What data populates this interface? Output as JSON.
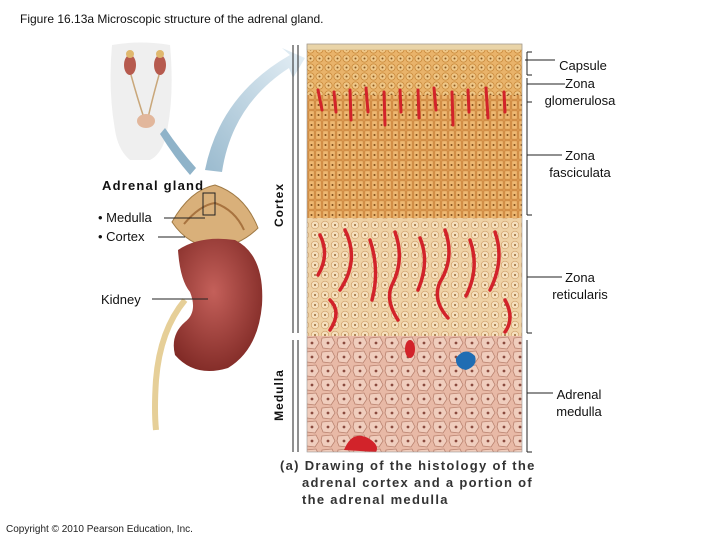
{
  "figure": {
    "title": "Figure 16.13a Microscopic structure of the adrenal gland."
  },
  "left_labels": {
    "adrenal_gland": "Adrenal gland",
    "medulla": "• Medulla",
    "cortex": "• Cortex",
    "kidney": "Kidney"
  },
  "vertical_labels": {
    "cortex": "Cortex",
    "medulla": "Medulla"
  },
  "right_labels": {
    "capsule": "Capsule",
    "zona_glomerulosa_1": "Zona",
    "zona_glomerulosa_2": "glomerulosa",
    "zona_fasciculata_1": "Zona",
    "zona_fasciculata_2": "fasciculata",
    "zona_reticularis_1": "Zona",
    "zona_reticularis_2": "reticularis",
    "adrenal_medulla_1": "Adrenal",
    "adrenal_medulla_2": "medulla"
  },
  "caption": {
    "line1": "(a) Drawing of the histology of the",
    "line2": "adrenal cortex and a portion of",
    "line3": "the adrenal medulla"
  },
  "copyright": "Copyright © 2010 Pearson Education, Inc.",
  "colors": {
    "capsule": "#e9d4a8",
    "glomerulosa": "#e9b36a",
    "fasciculata": "#e3a25a",
    "reticularis": "#efd2a6",
    "medulla": "#e8b9a6",
    "vessel": "#d2232a",
    "vein_blue": "#1f6db3",
    "kidney": "#a6413a",
    "adrenal": "#d9b07a",
    "arrow": "#c7dbe7"
  }
}
